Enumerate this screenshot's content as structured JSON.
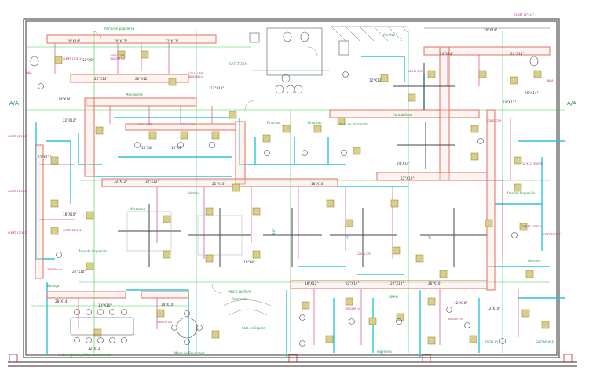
{
  "rooms": {
    "almacen_papeleria": "Almacén papelería",
    "archivo": "Archivo",
    "cafeteria": "CAFETERIA",
    "mensajeria": "Mensajería",
    "contabilidad": "Contabilidad",
    "finanzas_1": "Finanzas",
    "finanzas_2": "Finanzas",
    "area_impresion_1": "Área de Impresión",
    "area_impresion_2": "Área de Impresión",
    "area_impresion_3": "Área de Impresión",
    "ventas": "Ventas",
    "mercadeo": "Mercadeo",
    "mkt": "MKT",
    "it": "IT",
    "ti": "TI",
    "recepcion": "Recepción",
    "video_display": "VIDEO DISPLAY",
    "sala_espera": "Sala de Espera",
    "sala_juntas": "Sala de Juntas/Video Conferencia",
    "mesa_reuniones": "Mesa de Reuniones",
    "ingeniero": "Ingeniero",
    "showcase": "SHOWCASE",
    "display": "DISPLAY",
    "rrhh": "RRHH",
    "gerente": "Gerente",
    "bodega": "Bodega"
  },
  "labels": {
    "aa_left": "A/A",
    "aa_right": "A/A",
    "baja_left": "BAJA",
    "baja_right": "BAJA"
  },
  "ducts": [
    "20\"X14\"",
    "20\"X12\"",
    "12\"X8\"",
    "24\"X14\"",
    "26\"X14\"",
    "34\"X14\"",
    "22\"X12\"",
    "12\"X12\"",
    "10\"X8\"",
    "14\"X10\"",
    "18\"X10\"",
    "22\"X10\"",
    "16\"X8\"",
    "32\"X12\"",
    "24\"X12\"",
    "26\"X10\"",
    "18\"X12\"",
    "28\"X14\"",
    "14\"X8\"",
    "22\"X14\"",
    "12\"X10\"",
    "16\"X10\"",
    "26\"X12\"",
    "20\"X10\""
  ],
  "diffusers": [
    "12X12 CFM",
    "300CFM c/u",
    "400CFM c/u",
    "CURET 22\"X22\"",
    "CURET 12\"X12\"",
    "12\"X12\" 300CFM"
  ],
  "colors": {
    "wall": "#555555",
    "duct_main": "#e07060",
    "duct_branch": "#d94b8c",
    "partition": "#2ec4d6",
    "label": "#1f9a3a",
    "green_line": "#3ccf4a",
    "diffuser": "#9a8a2a"
  }
}
